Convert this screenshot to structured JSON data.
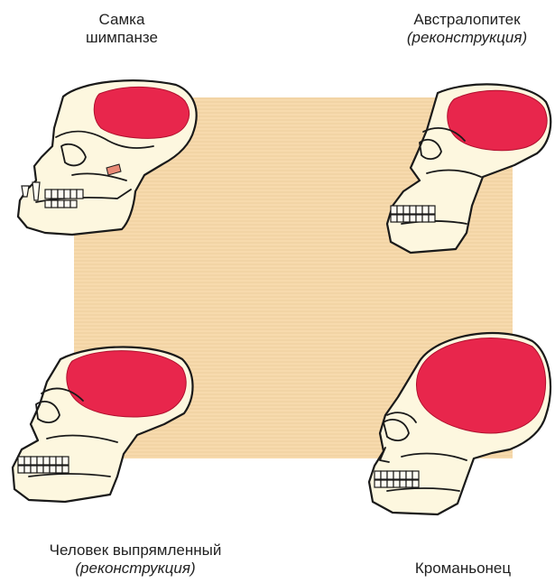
{
  "labels": {
    "chimp_line1": "Самка",
    "chimp_line2": "шимпанзе",
    "austr_line1": "Австралопитек",
    "austr_line2": "(реконструкция)",
    "erectus_line1": "Человек выпрямленный",
    "erectus_line2": "(реконструкция)",
    "cro_line1": "Кроманьонец"
  },
  "colors": {
    "background_panel": "#f7d8a8",
    "brain": "#e8264c",
    "bone": "#fdf7df"
  }
}
